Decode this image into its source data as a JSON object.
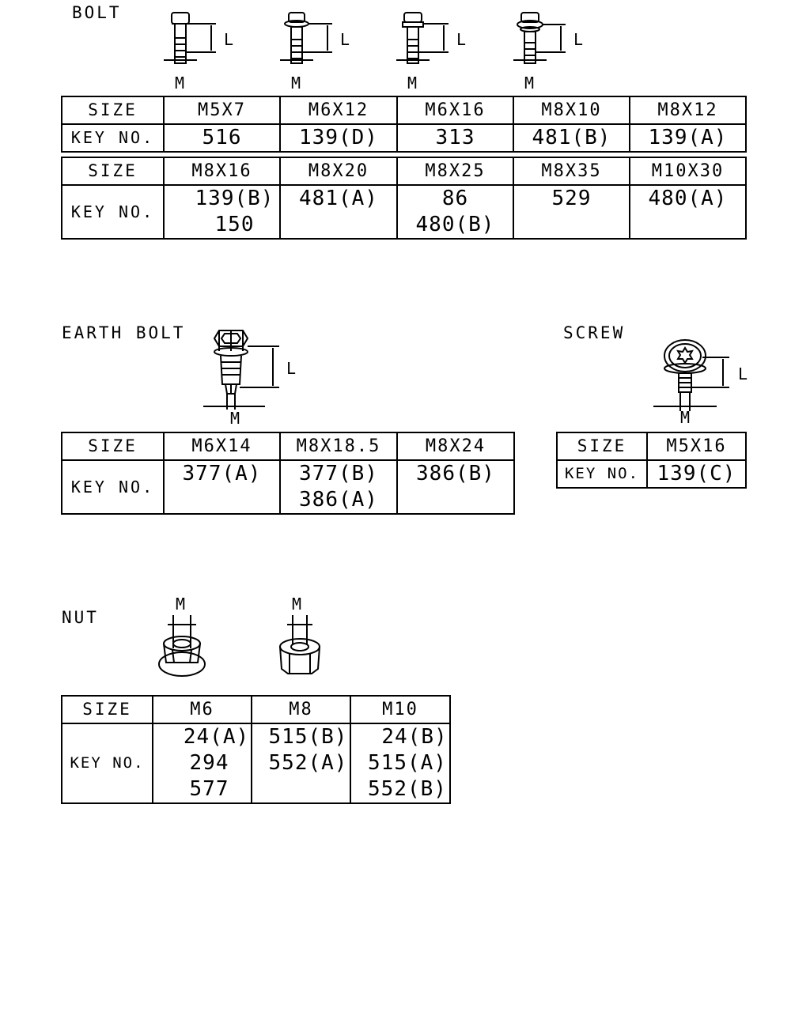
{
  "sections": {
    "bolt": {
      "title": "BOLT",
      "dim_m": "M",
      "dim_l": "L",
      "table1": {
        "size_label": "SIZE",
        "key_label": "KEY NO.",
        "sizes": [
          "M5X7",
          "M6X12",
          "M6X16",
          "M8X10",
          "M8X12"
        ],
        "keys": [
          [
            "516"
          ],
          [
            "139(D)"
          ],
          [
            "313"
          ],
          [
            "481(B)"
          ],
          [
            "139(A)"
          ]
        ]
      },
      "table2": {
        "size_label": "SIZE",
        "key_label": "KEY NO.",
        "sizes": [
          "M8X16",
          "M8X20",
          "M8X25",
          "M8X35",
          "M10X30"
        ],
        "keys": [
          [
            "139(B)",
            "150"
          ],
          [
            "481(A)"
          ],
          [
            "86",
            "480(B)"
          ],
          [
            "529"
          ],
          [
            "480(A)"
          ]
        ]
      }
    },
    "earth_bolt": {
      "title": "EARTH BOLT",
      "dim_m": "M",
      "dim_l": "L",
      "table": {
        "size_label": "SIZE",
        "key_label": "KEY NO.",
        "sizes": [
          "M6X14",
          "M8X18.5",
          "M8X24"
        ],
        "keys": [
          [
            "377(A)"
          ],
          [
            "377(B)",
            "386(A)"
          ],
          [
            "386(B)"
          ]
        ]
      }
    },
    "screw": {
      "title": "SCREW",
      "dim_m": "M",
      "dim_l": "L",
      "table": {
        "size_label": "SIZE",
        "key_label": "KEY NO.",
        "sizes": [
          "M5X16"
        ],
        "keys": [
          [
            "139(C)"
          ]
        ]
      }
    },
    "nut": {
      "title": "NUT",
      "dim_m": "M",
      "table": {
        "size_label": "SIZE",
        "key_label": "KEY NO.",
        "sizes": [
          "M6",
          "M8",
          "M10"
        ],
        "keys": [
          [
            "24(A)",
            "294",
            "577"
          ],
          [
            "515(B)",
            "552(A)"
          ],
          [
            "24(B)",
            "515(A)",
            "552(B)"
          ]
        ]
      }
    }
  }
}
